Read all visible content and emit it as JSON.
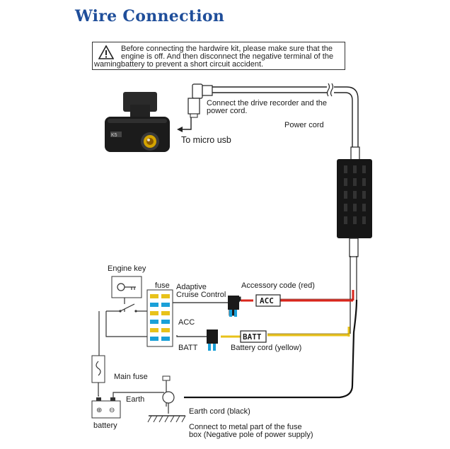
{
  "title": "Wire Connection",
  "warning": {
    "icon": "warning-triangle-icon",
    "line1": "Before connecting the hardwire kit, please make sure that the",
    "line2": "engine is off. And then disconnect the negative terminal of the",
    "line3": "wamingbattery to prevent a short circuit accident."
  },
  "labels": {
    "connect_recorder_1": "Connect the drive recorder and the",
    "connect_recorder_2": "power cord.",
    "to_micro_usb": "To micro usb",
    "power_cord": "Power cord",
    "engine_key": "Engine key",
    "fuse": "fuse",
    "adaptive_1": "Adaptive",
    "adaptive_2": "Cruise Control",
    "accessory_code": "Accessory code (red)",
    "acc_tag": "ACC",
    "acc": "ACC",
    "batt_tag": "BATT",
    "batt": "BATT",
    "battery_cord": "Battery cord (yellow)",
    "main_fuse": "Main fuse",
    "earth": "Earth",
    "battery": "battery",
    "earth_cord": "Earth cord (black)",
    "connect_metal_1": "Connect to metal part of the fuse",
    "connect_metal_2": "box (Negative pole of power supply)",
    "camera_badge": "K5"
  },
  "colors": {
    "title": "#1f4e9a",
    "acc_wire": "#d9261c",
    "batt_wire": "#e8c21a",
    "earth_wire": "#111111",
    "power_box": "#161616"
  }
}
